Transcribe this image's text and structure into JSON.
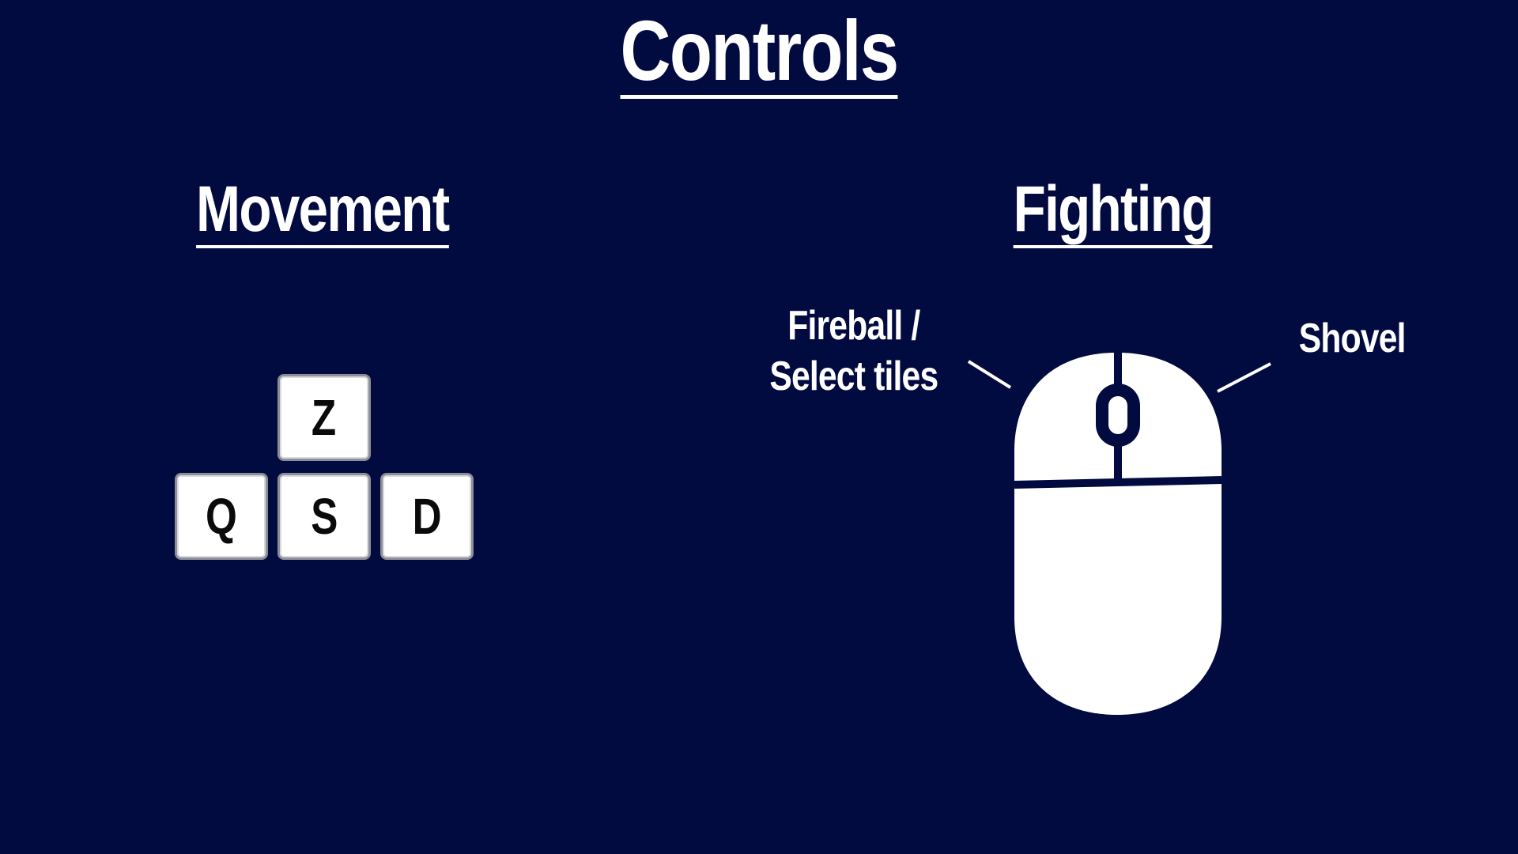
{
  "title": "Controls",
  "movement": {
    "heading": "Movement",
    "keys": {
      "up": "Z",
      "left": "Q",
      "down": "S",
      "right": "D"
    }
  },
  "fighting": {
    "heading": "Fighting",
    "left_button_label_line1": "Fireball /",
    "left_button_label_line2": "Select tiles",
    "right_button_label": "Shovel",
    "device_icon": "mouse-icon"
  },
  "colors": {
    "background": "#020b40",
    "text": "#ffffff",
    "key_face": "#ffffff",
    "key_border": "#8d8f96",
    "key_text": "#0a0a0a"
  }
}
